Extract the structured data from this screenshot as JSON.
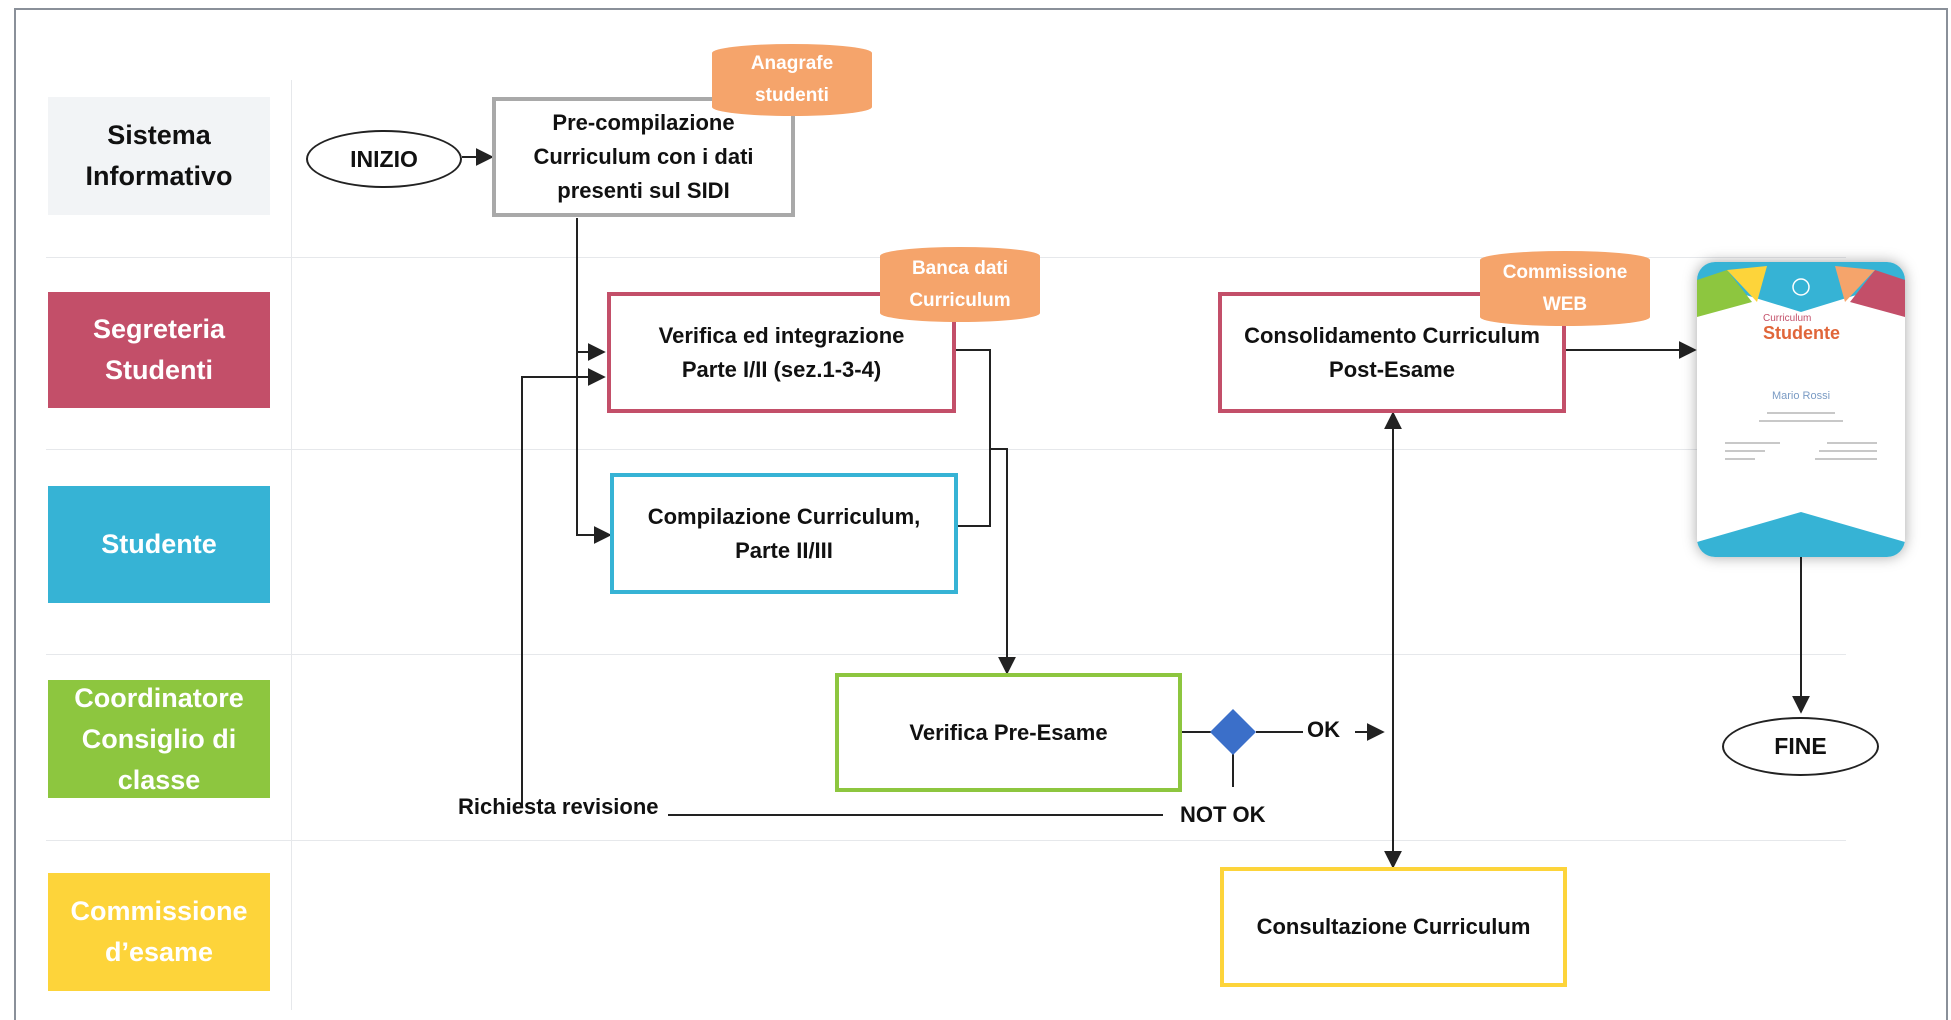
{
  "lanes": [
    {
      "label": "Sistema\nInformativo",
      "color": "#f2f4f6",
      "text_color": "#111111"
    },
    {
      "label": "Segreteria\nStudenti",
      "color": "#c34f69",
      "text_color": "#ffffff"
    },
    {
      "label": "Studente",
      "color": "#36b3d5",
      "text_color": "#ffffff"
    },
    {
      "label": "Coordinatore\nConsiglio di\nclasse",
      "color": "#8dc63f",
      "text_color": "#ffffff"
    },
    {
      "label": "Commissione\nd’esame",
      "color": "#fdd43a",
      "text_color": "#ffffff"
    }
  ],
  "nodes": {
    "start": "INIZIO",
    "end": "FINE",
    "precompilazione": {
      "label": "Pre-compilazione\nCurriculum con i dati\npresenti sul SIDI",
      "border": "#a9a9a9"
    },
    "verifica_integrazione": {
      "label": "Verifica ed integrazione\nParte I/II (sez.1-3-4)",
      "border": "#c34f69"
    },
    "compilazione": {
      "label": "Compilazione Curriculum,\nParte II/III",
      "border": "#36b3d5"
    },
    "verifica_pre_esame": {
      "label": "Verifica Pre-Esame",
      "border": "#8dc63f"
    },
    "consolidamento": {
      "label": "Consolidamento Curriculum\nPost-Esame",
      "border": "#c34f69"
    },
    "consultazione": {
      "label": "Consultazione Curriculum",
      "border": "#fdd43a"
    }
  },
  "databases": [
    {
      "label": "Anagrafe\nstudenti"
    },
    {
      "label": "Banca dati\nCurriculum"
    },
    {
      "label": "Commissione\nWEB"
    }
  ],
  "decision": {
    "color": "#3b6fc9",
    "ok_label": "OK",
    "not_ok_label": "NOT OK",
    "revision_label": "Richiesta revisione"
  },
  "certificate": {
    "title_line1": "Curriculum",
    "title_line2": "Studente",
    "name": "Mario Rossi"
  },
  "colors": {
    "database": "#f5a46b",
    "connector": "#222222"
  }
}
